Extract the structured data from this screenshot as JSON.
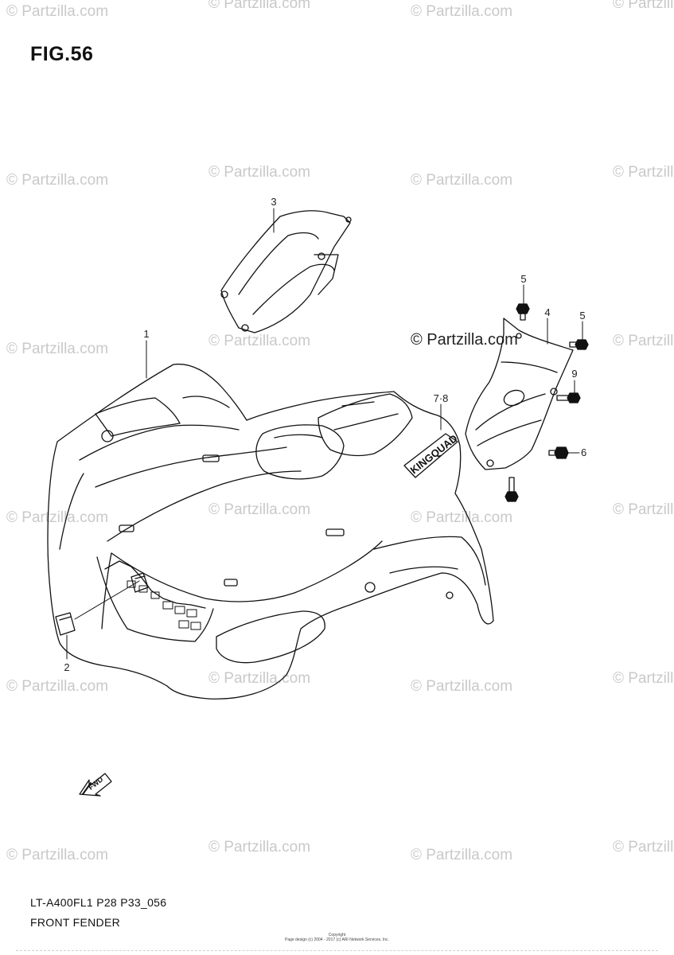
{
  "figure": {
    "title": "FIG.56",
    "model_code": "LT-A400FL1 P28 P33_056",
    "assembly_name": "FRONT FENDER"
  },
  "callouts": {
    "c1": "1",
    "c2": "2",
    "c3": "3",
    "c4": "4",
    "c5a": "5",
    "c5b": "5",
    "c6": "6",
    "c78": "7·8",
    "c9": "9"
  },
  "watermark": {
    "text": "© Partzilla.com"
  },
  "decal_text": "KINGQUAD",
  "fwd_label": "FWD",
  "copyright": {
    "line1": "Copyright",
    "line2": "Page design (c) 2004 - 2017 (c) ARI Network Services, Inc."
  },
  "colors": {
    "ink": "#111111",
    "watermark": "#c9c9c9"
  }
}
